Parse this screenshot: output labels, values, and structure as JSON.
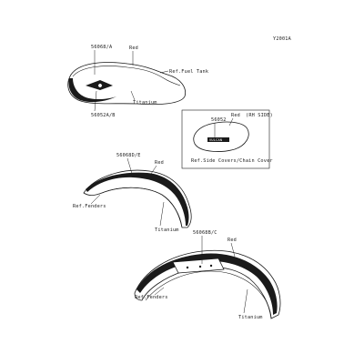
{
  "figure_code": "Y2001A",
  "fuel_tank": {
    "part_top": "56068/A",
    "part_bottom": "56052A/B",
    "color_red": "Red",
    "ref": "Ref.Fuel Tank",
    "color_titanium": "Titanium"
  },
  "side_cover": {
    "part": "56052",
    "color": "Red",
    "side": "(RH SIDE)",
    "badge_text": "VULCAN",
    "ref": "Ref.Side Covers/Chain Cover"
  },
  "front_fender": {
    "part": "56068D/E",
    "color_red": "Red",
    "ref": "Ref.Fenders",
    "color_titanium": "Titanium"
  },
  "rear_fender": {
    "part": "56068B/C",
    "color_red": "Red",
    "ref": "Ref.Fenders",
    "color_titanium": "Titanium"
  }
}
